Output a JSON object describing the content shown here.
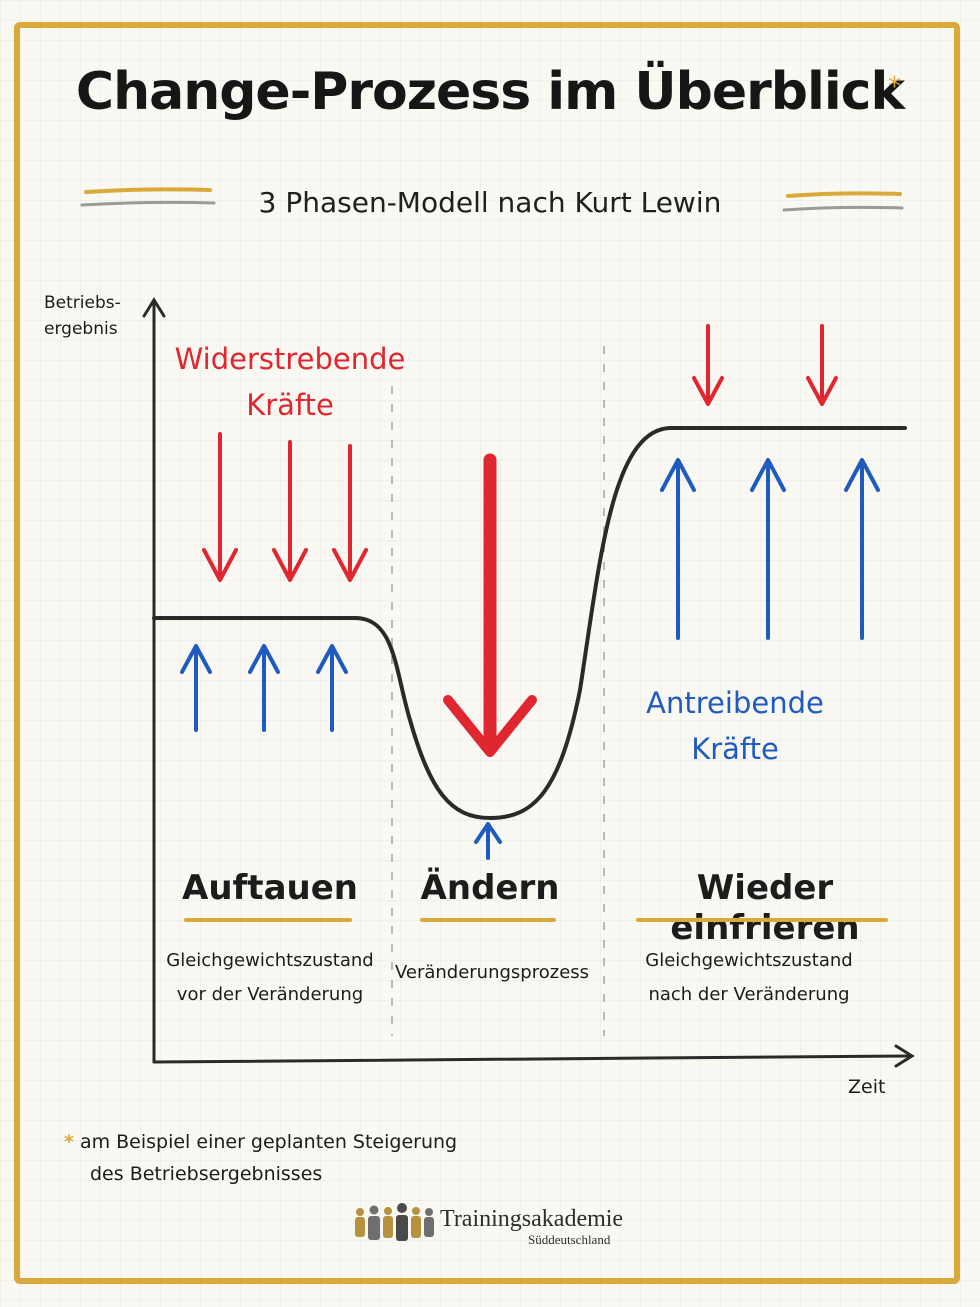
{
  "title": "Change-Prozess im Überblick",
  "title_marker": "*",
  "subtitle": "3 Phasen-Modell nach Kurt Lewin",
  "axes": {
    "y_label_line1": "Betriebs-",
    "y_label_line2": "ergebnis",
    "x_label": "Zeit"
  },
  "forces": {
    "restraining_line1": "Widerstrebende",
    "restraining_line2": "Kräfte",
    "driving_line1": "Antreibende",
    "driving_line2": "Kräfte"
  },
  "phases": [
    {
      "name": "Auftauen",
      "desc_line1": "Gleichgewichtszustand",
      "desc_line2": "vor der Veränderung"
    },
    {
      "name": "Ändern",
      "desc_line1": "Veränderungsprozess",
      "desc_line2": ""
    },
    {
      "name": "Wieder einfrieren",
      "desc_line1": "Gleichgewichtszustand",
      "desc_line2": "nach der Veränderung"
    }
  ],
  "footnote": {
    "marker": "*",
    "line1": "am Beispiel einer geplanten Steigerung",
    "line2": "des Betriebsergebnisses"
  },
  "logo": {
    "name": "Trainingsakademie",
    "sub": "Süddeutschland"
  },
  "colors": {
    "restraining": "#e0262f",
    "driving": "#1f5bbf",
    "accent": "#d9a93a",
    "curve": "#2a2a2a"
  }
}
